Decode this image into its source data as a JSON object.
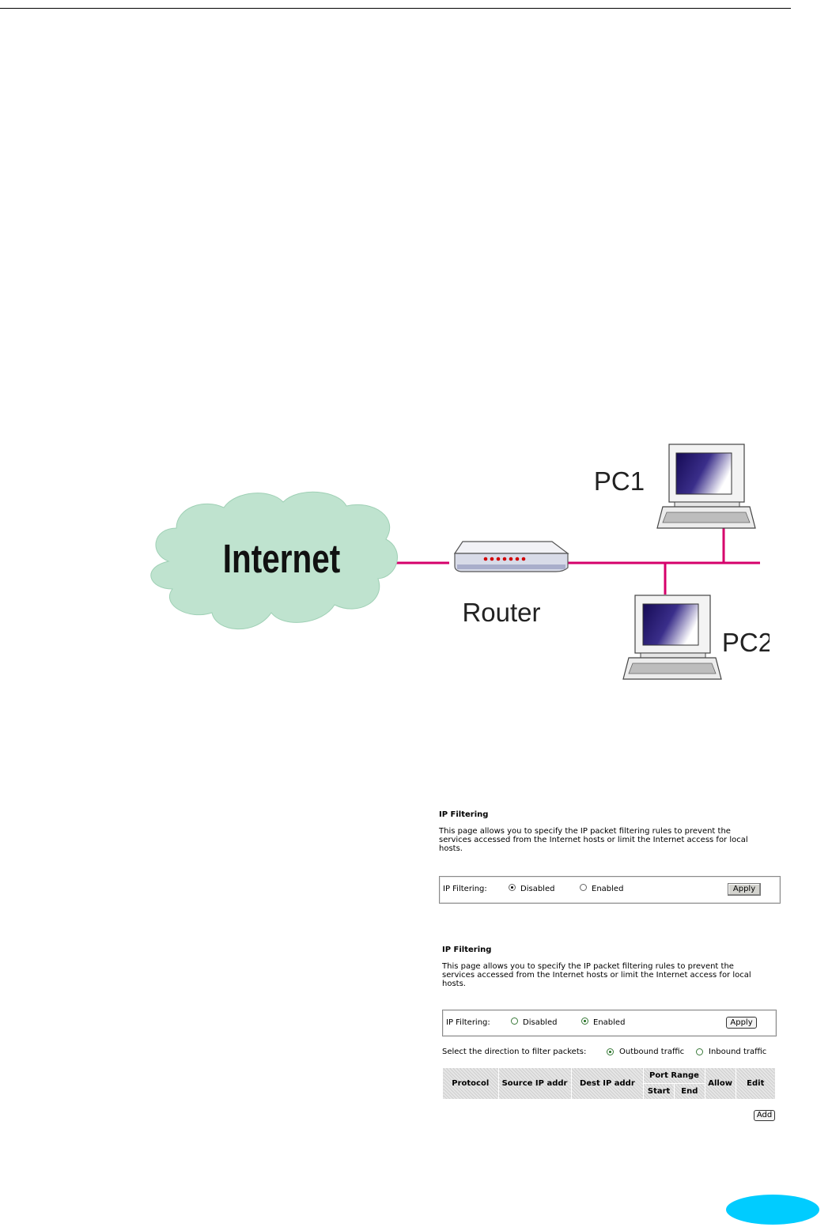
{
  "diagram": {
    "internet_label": "Internet",
    "router_label": "Router",
    "pc1_label": "PC1",
    "pc2_label": "PC2",
    "colors": {
      "cloud": "#bfe3cf",
      "line": "#d6006b",
      "screen": "#20105a"
    }
  },
  "panel_disabled": {
    "title": "IP Filtering",
    "description": "This page allows you to specify the IP packet filtering rules to prevent the services accessed from the Internet hosts or limit the Internet access for local hosts.",
    "field_label": "IP Filtering:",
    "option_disabled": "Disabled",
    "option_enabled": "Enabled",
    "selected": "Disabled",
    "apply_label": "Apply"
  },
  "panel_enabled": {
    "title": "IP Filtering",
    "description": "This page allows you to specify the IP packet filtering rules to prevent the services accessed from the Internet hosts or limit the Internet access for local hosts.",
    "field_label": "IP Filtering:",
    "option_disabled": "Disabled",
    "option_enabled": "Enabled",
    "selected": "Enabled",
    "apply_label": "Apply",
    "direction_label": "Select the direction to filter packets:",
    "direction_outbound": "Outbound traffic",
    "direction_inbound": "Inbound traffic",
    "direction_selected": "Outbound traffic",
    "table": {
      "protocol": "Protocol",
      "source_ip": "Source IP addr",
      "dest_ip": "Dest IP addr",
      "port_range": "Port Range",
      "start": "Start",
      "end": "End",
      "allow": "Allow",
      "edit": "Edit"
    },
    "add_label": "Add"
  }
}
